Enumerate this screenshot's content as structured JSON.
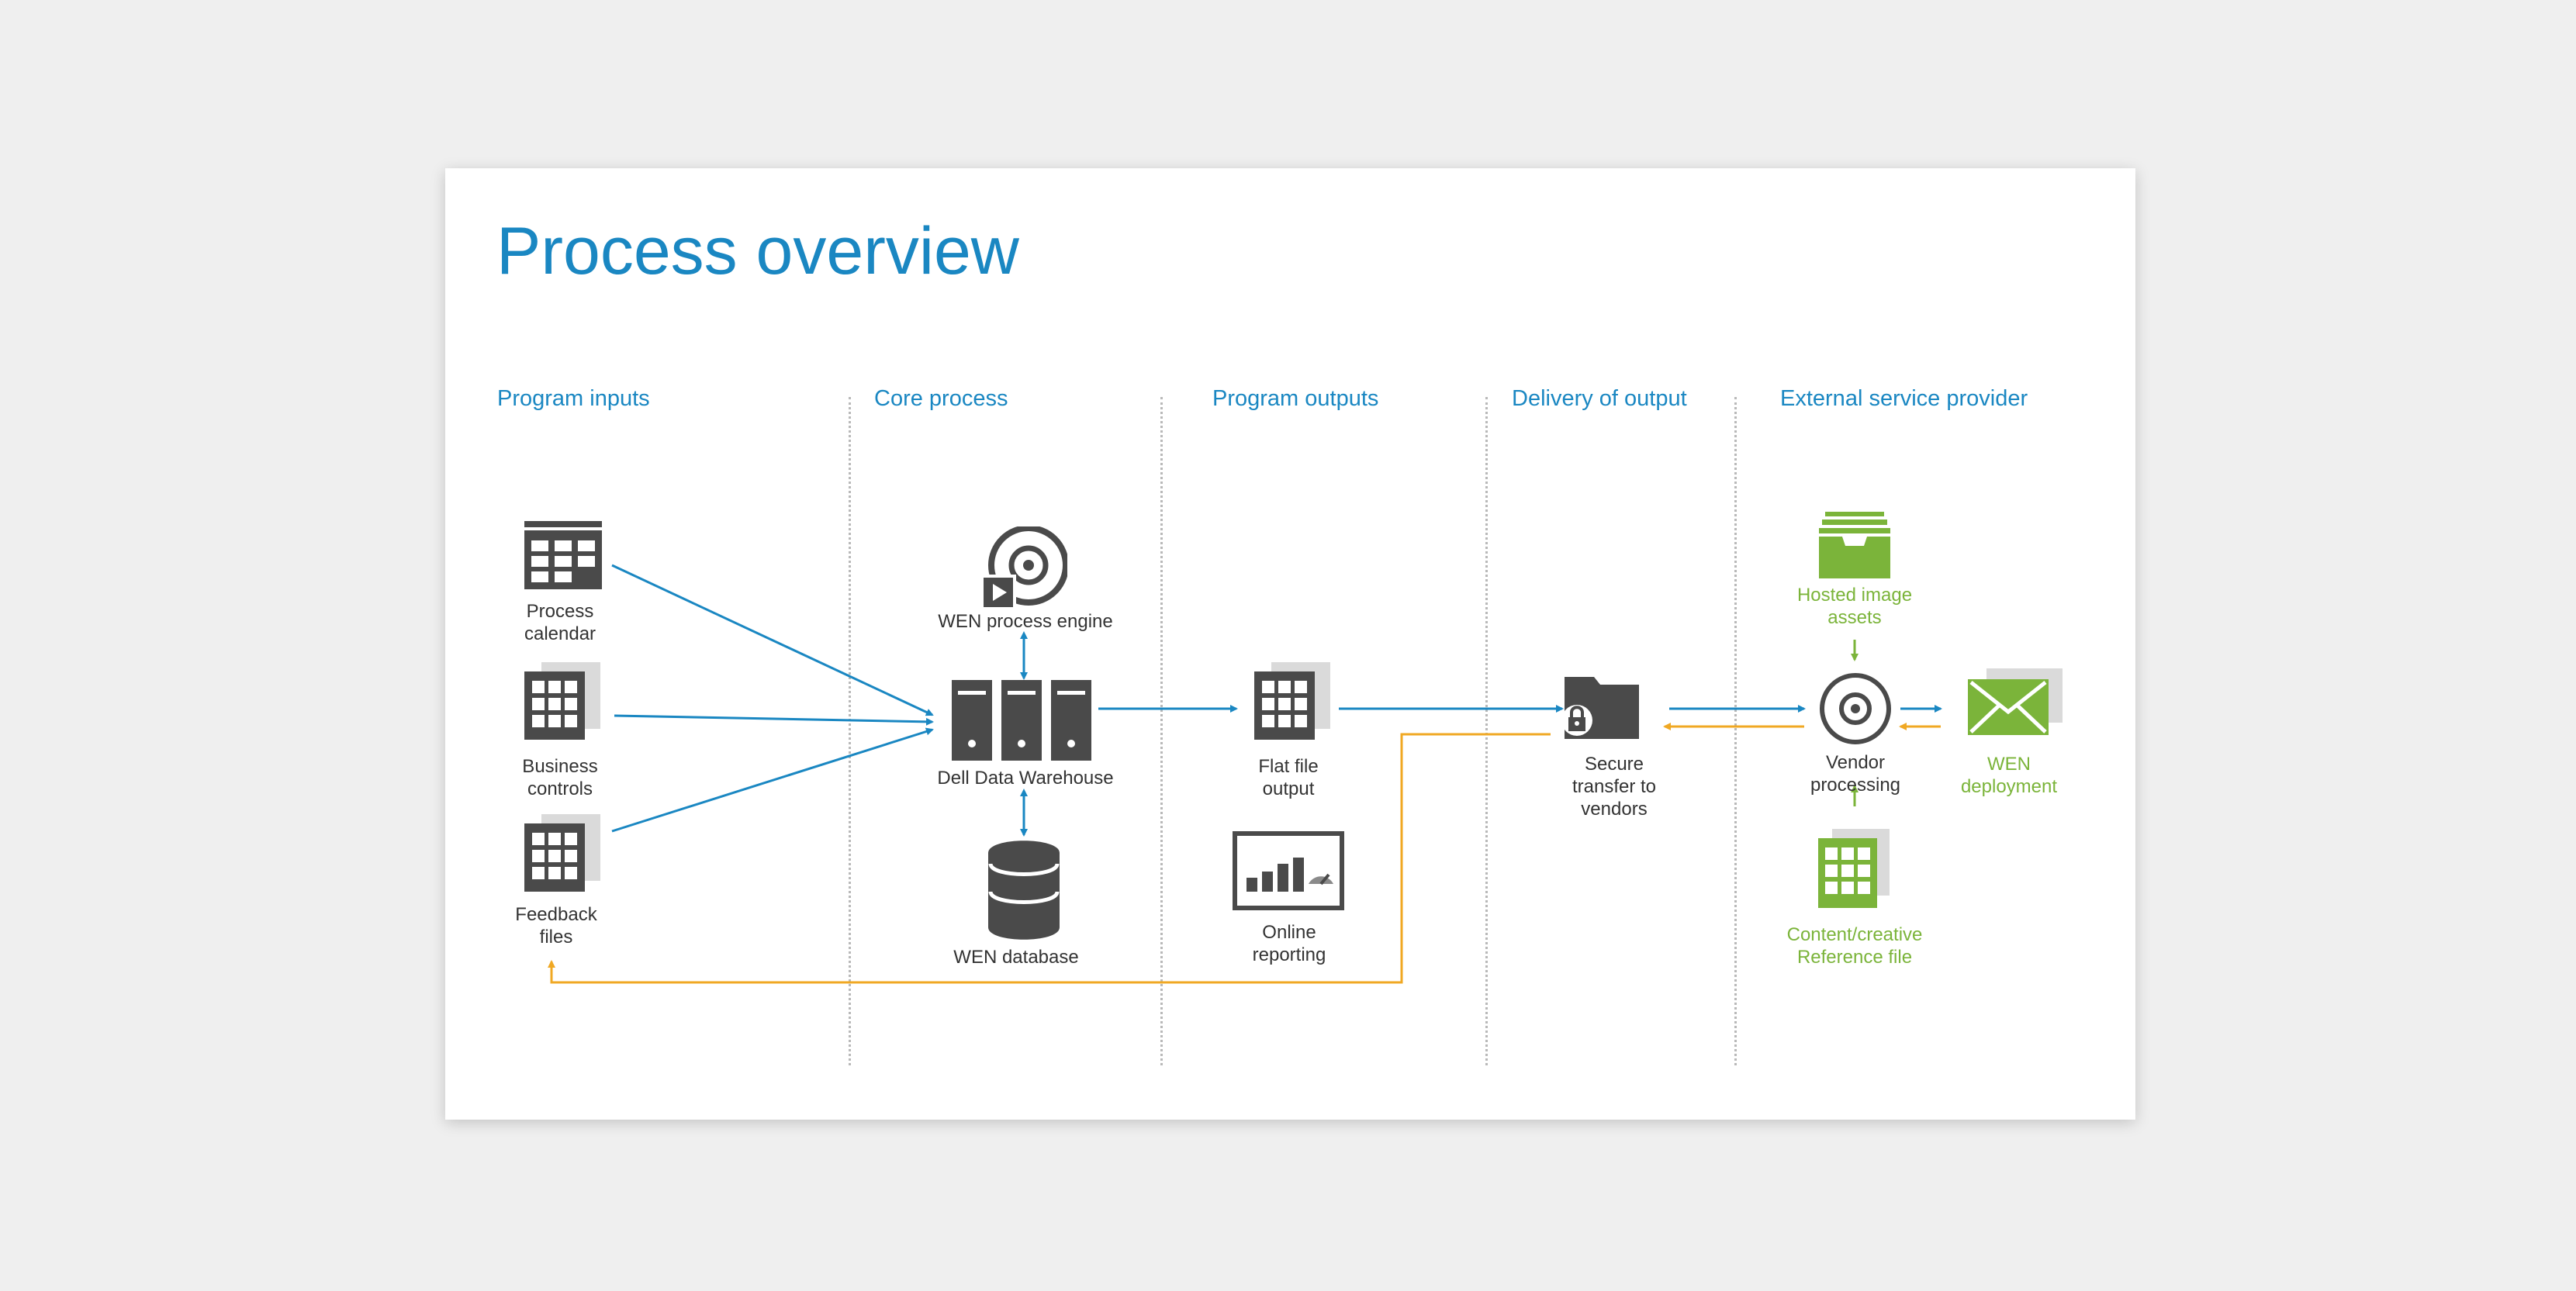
{
  "title": "Process overview",
  "columns": [
    {
      "label": "Program inputs"
    },
    {
      "label": "Core process"
    },
    {
      "label": "Program outputs"
    },
    {
      "label": "Delivery of output"
    },
    {
      "label": "External service provider"
    }
  ],
  "nodes": {
    "process_calendar": {
      "line1": "Process",
      "line2": "calendar",
      "icon": "calendar-icon"
    },
    "business_controls": {
      "line1": "Business",
      "line2": "controls",
      "icon": "grid-file-icon"
    },
    "feedback_files": {
      "line1": "Feedback",
      "line2": "files",
      "icon": "grid-file-icon"
    },
    "wen_process_engine": {
      "line1": "WEN process engine",
      "icon": "disc-play-icon"
    },
    "dell_data_warehouse": {
      "line1": "Dell Data Warehouse",
      "icon": "server-rack-icon"
    },
    "wen_database": {
      "line1": "WEN database",
      "icon": "database-icon"
    },
    "flat_file_output": {
      "line1": "Flat file",
      "line2": "output",
      "icon": "grid-file-icon"
    },
    "online_reporting": {
      "line1": "Online",
      "line2": "reporting",
      "icon": "dashboard-icon"
    },
    "secure_transfer": {
      "line1": "Secure",
      "line2": "transfer to",
      "line3": "vendors",
      "icon": "locked-folder-icon"
    },
    "hosted_image_assets": {
      "line1": "Hosted image",
      "line2": "assets",
      "icon": "inbox-tray-icon"
    },
    "vendor_processing": {
      "line1": "Vendor",
      "line2": "processing",
      "icon": "disc-icon"
    },
    "wen_deployment": {
      "line1": "WEN",
      "line2": "deployment",
      "icon": "envelope-icon"
    },
    "content_reference_file": {
      "line1": "Content/creative",
      "line2": "Reference file",
      "icon": "grid-file-icon"
    }
  },
  "colors": {
    "title_blue": "#1a87c2",
    "flow_blue": "#1a87c2",
    "feedback_orange": "#f0a823",
    "icon_dark": "#4a4a4a",
    "vendor_green": "#7bb43a",
    "divider_gray": "#b9b9b9"
  }
}
